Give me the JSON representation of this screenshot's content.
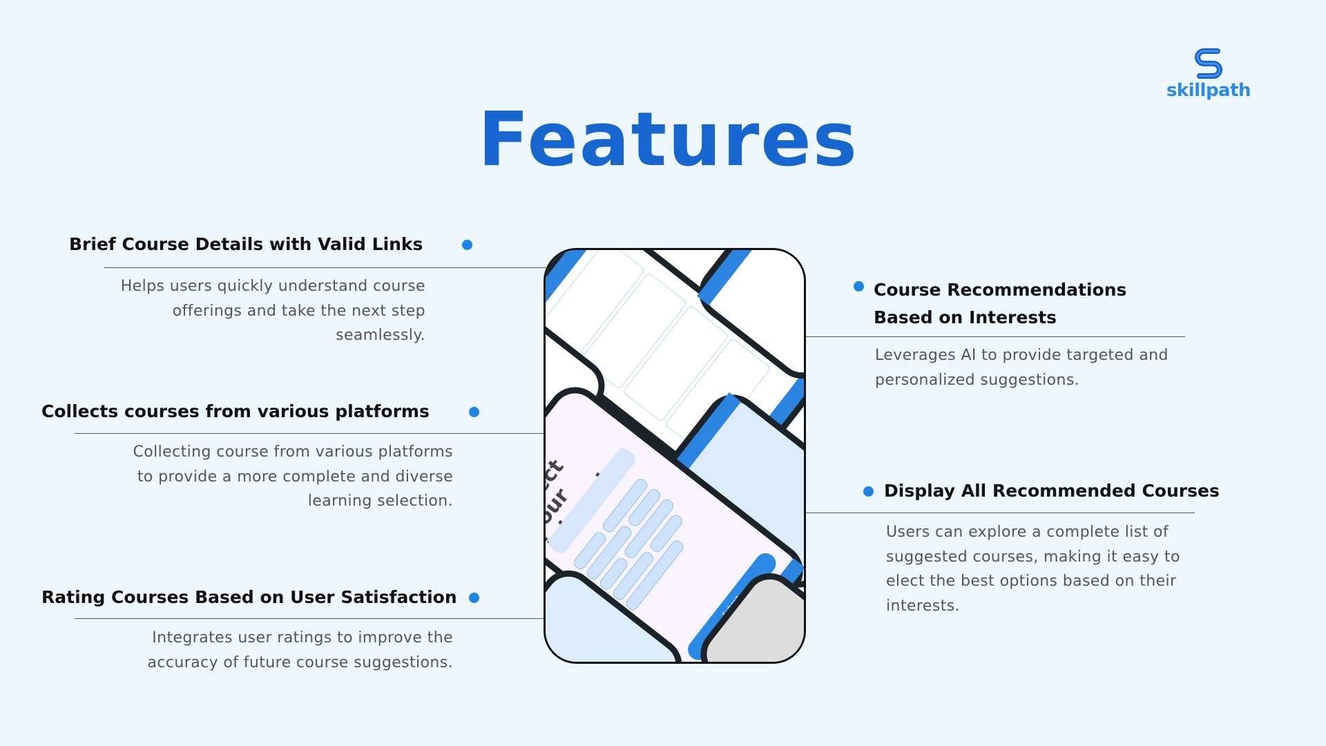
{
  "title": "Features",
  "logo": {
    "text": "skillpath",
    "icon": "skillpath-s-logo-icon"
  },
  "colors": {
    "accent": "#2084e3",
    "title": "#1766cf",
    "background": "#eef7fe"
  },
  "features_left": [
    {
      "heading": "Brief Course Details with Valid Links",
      "description": "Helps users quickly understand course offerings and take the next step seamlessly."
    },
    {
      "heading": "Collects courses from various platforms",
      "description": "Collecting course from various platforms to provide a more complete and diverse learning selection."
    },
    {
      "heading": "Rating Courses Based on User Satisfaction",
      "description": "Integrates user ratings to improve the accuracy of future course suggestions."
    }
  ],
  "features_right": [
    {
      "heading": "Course Recommendations Based on Interests",
      "description": "Leverages AI to provide targeted and personalized suggestions."
    },
    {
      "heading": "Display All Recommended Courses",
      "description": "Users can explore a complete list of suggested courses, making it easy to elect the best options based on their interests."
    }
  ],
  "phone_mockup": {
    "screen_title": "Select your interest",
    "submit": "Submit"
  }
}
